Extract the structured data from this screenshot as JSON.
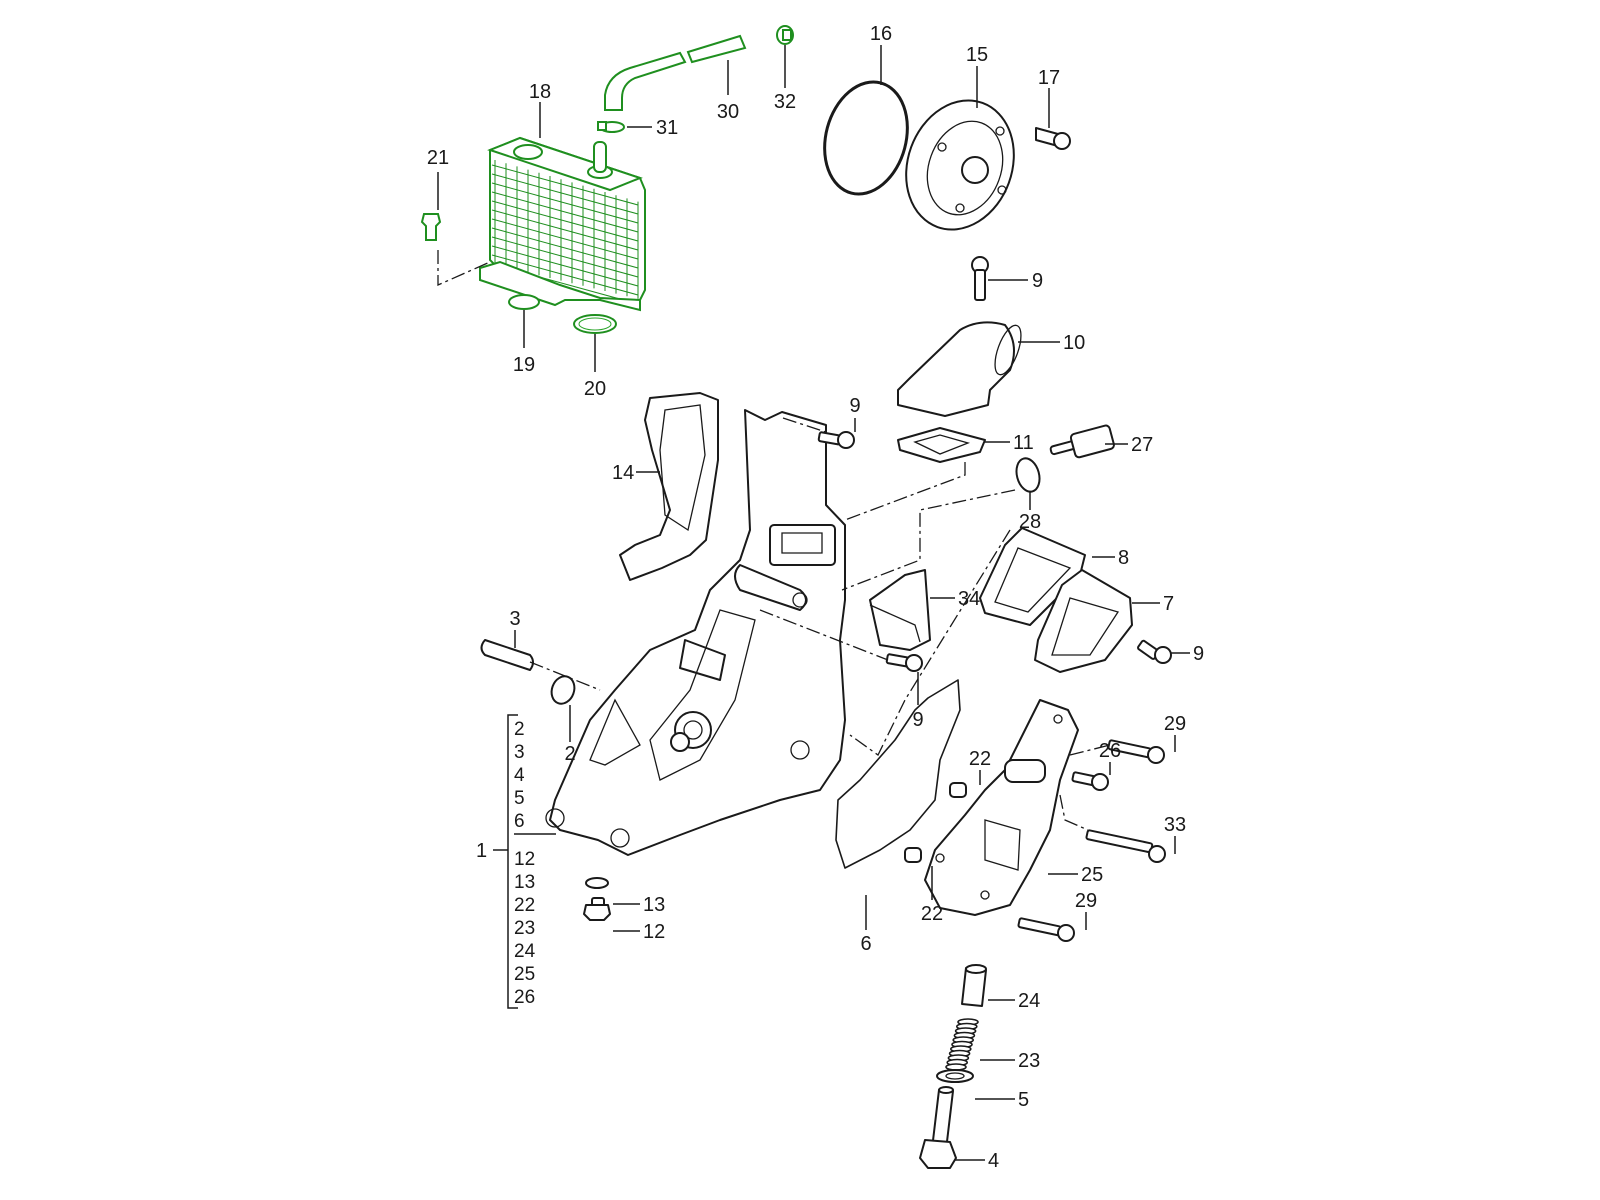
{
  "diagram": {
    "type": "exploded-parts-view",
    "highlight_color": "#1f8f1f",
    "line_color": "#1a1a1a",
    "highlighted_parts": [
      "18",
      "19",
      "20",
      "21",
      "30",
      "31",
      "32"
    ],
    "callouts": {
      "p18": "18",
      "p21": "21",
      "p19": "19",
      "p20": "20",
      "p30": "30",
      "p31": "31",
      "p32": "32",
      "p16": "16",
      "p15": "15",
      "p17": "17",
      "p9a": "9",
      "p10": "10",
      "p9b": "9",
      "p11": "11",
      "p27": "27",
      "p14": "14",
      "p28": "28",
      "p8": "8",
      "p7": "7",
      "p34": "34",
      "p9c": "9",
      "p9d": "9",
      "p3": "3",
      "p2": "2",
      "p29a": "29",
      "p26": "26",
      "p22a": "22",
      "p33": "33",
      "p25": "25",
      "p6": "6",
      "p22b": "22",
      "p29b": "29",
      "p13": "13",
      "p12": "12",
      "p24": "24",
      "p23": "23",
      "p5": "5",
      "p4": "4"
    },
    "assembly": {
      "number": "1",
      "contents_upper": [
        "2",
        "3",
        "4",
        "5",
        "6"
      ],
      "contents_lower": [
        "12",
        "13",
        "22",
        "23",
        "24",
        "25",
        "26"
      ]
    }
  }
}
